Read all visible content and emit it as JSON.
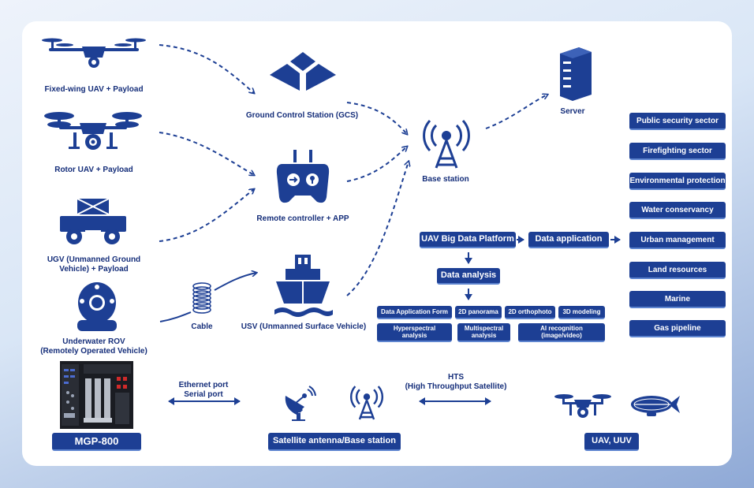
{
  "sources": {
    "fixed_wing": "Fixed-wing UAV + Payload",
    "rotor": "Rotor UAV + Payload",
    "ugv": "UGV (Unmanned Ground\nVehicle) + Payload",
    "rov": "Underwater ROV\n(Remotely Operated Vehicle)"
  },
  "relays": {
    "gcs": "Ground Control Station (GCS)",
    "remote": "Remote controller + APP",
    "cable": "Cable",
    "usv": "USV (Unmanned Surface Vehicle)",
    "base_station": "Base station",
    "server": "Server"
  },
  "platform": {
    "big_data": "UAV Big Data Platform",
    "data_application": "Data application",
    "data_analysis": "Data analysis",
    "analysis_items": [
      "Data Application Form",
      "2D panorama",
      "2D orthophoto",
      "3D modeling"
    ],
    "analysis_items2": [
      "Hyperspectral\nanalysis",
      "Multispectral\nanalysis",
      "AI recognition\n(image/video)"
    ]
  },
  "sectors": [
    "Public security sector",
    "Firefighting sector",
    "Environmental protection",
    "Water conservancy",
    "Urban management",
    "Land resources",
    "Marine",
    "Gas pipeline"
  ],
  "bottom": {
    "device": "MGP-800",
    "ports": "Ethernet port\nSerial port",
    "hts": "HTS\n(High Throughput Satellite)",
    "satellite": "Satellite antenna/Base station",
    "uav_uuv": "UAV, UUV"
  },
  "colors": {
    "primary": "#1d3f94",
    "text": "#152e7a"
  }
}
